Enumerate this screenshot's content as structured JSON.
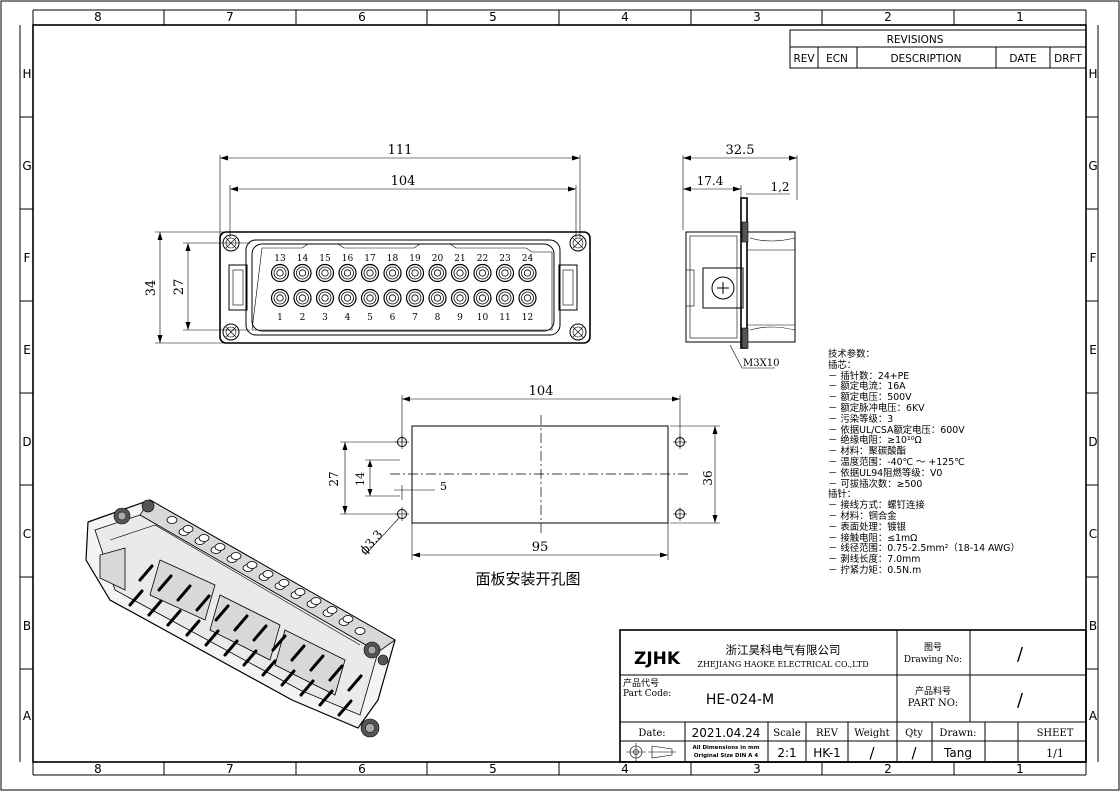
{
  "frame": {
    "columns": [
      "8",
      "7",
      "6",
      "5",
      "4",
      "3",
      "2",
      "1"
    ],
    "rows": [
      "H",
      "G",
      "F",
      "E",
      "D",
      "C",
      "B",
      "A"
    ]
  },
  "revisions": {
    "title": "REVISIONS",
    "headers": [
      "REV",
      "ECN",
      "DESCRIPTION",
      "DATE",
      "DRFT"
    ]
  },
  "front_view": {
    "dim_overall_width": "111",
    "dim_hole_spacing": "104",
    "dim_height": "34",
    "dim_inner_height": "27",
    "top_pins": [
      "13",
      "14",
      "15",
      "16",
      "17",
      "18",
      "19",
      "20",
      "21",
      "22",
      "23",
      "24"
    ],
    "bottom_pins": [
      "1",
      "2",
      "3",
      "4",
      "5",
      "6",
      "7",
      "8",
      "9",
      "10",
      "11",
      "12"
    ]
  },
  "side_view": {
    "dim_depth": "32.5",
    "dim_body": "17.4",
    "dim_flange": "1,2",
    "screw_label": "M3X10"
  },
  "cutout": {
    "dim_width": "104",
    "dim_height_left": "27",
    "dim_small": "14",
    "dim_height_right": "36",
    "dim_offset": "5",
    "dim_inner_width": "95",
    "dim_hole": "ϕ3.3",
    "caption": "面板安装开孔图"
  },
  "specs": {
    "lines": [
      "技术参数：",
      "插芯：",
      "－ 插针数：24+PE",
      "－ 额定电流：16A",
      "－ 额定电压：500V",
      "－ 额定脉冲电压：6KV",
      "－ 污染等级：3",
      "－ 依据UL/CSA额定电压：600V",
      "－ 绝缘电阻：≥10¹⁰Ω",
      "－ 材料：聚碳酸酯",
      "－ 温度范围：-40℃ ～ +125℃",
      "－ 依据UL94阻燃等级：V0",
      "－ 可拔插次数：≥500",
      "插针：",
      "－ 接线方式：螺钉连接",
      "－ 材料：铜合金",
      "－ 表面处理：镀银",
      "－ 接触电阻：≤1mΩ",
      "－ 线径范围：0.75-2.5mm²（18-14 AWG）",
      "－ 剥线长度：7.0mm",
      "－ 拧紧力矩：0.5N.m"
    ]
  },
  "title_block": {
    "logo": "ZJHK",
    "company_cn": "浙江昊科电气有限公司",
    "company_en": "ZHEJIANG HAOKE ELECTRICAL CO.,LTD",
    "drawing_no_label_cn": "图号",
    "drawing_no_label_en": "Drawing No:",
    "drawing_no_value": "/",
    "part_code_label_cn": "产品代号",
    "part_code_label_en": "Part Code:",
    "part_code_value": "HE-024-M",
    "part_no_label_cn": "产品料号",
    "part_no_label_en": "PART NO:",
    "part_no_value": "/",
    "date_label": "Date:",
    "date_value": "2021.04.24",
    "scale_label": "Scale",
    "scale_value": "2:1",
    "rev_label": "REV",
    "rev_value": "HK-1",
    "weight_label": "Weight",
    "weight_value": "/",
    "qty_label": "Qty",
    "qty_value": "/",
    "drawn_label": "Drawn:",
    "drawn_value": "Tang",
    "sheet_label": "SHEET",
    "sheet_value": "1/1",
    "note_line1": "All Dimensions in mm",
    "note_line2": "Original Size DIN A 4"
  }
}
